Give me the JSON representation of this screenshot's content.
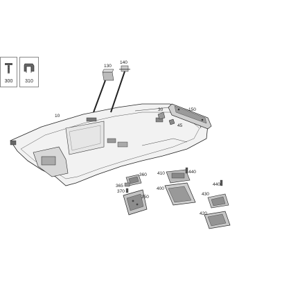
{
  "legend": [
    {
      "number": "300",
      "icon": "screw-icon"
    },
    {
      "number": "310",
      "icon": "clip-icon"
    }
  ],
  "callouts": {
    "headliner": "10",
    "label_130": "130",
    "label_140": "140",
    "label_30": "30",
    "label_150": "150",
    "label_45": "45",
    "label_360": "360",
    "label_365": "365",
    "label_370": "370",
    "label_350": "350",
    "label_410": "410",
    "label_440a": "440",
    "label_400": "400",
    "label_440b": "440",
    "label_430": "430",
    "label_420": "420"
  }
}
